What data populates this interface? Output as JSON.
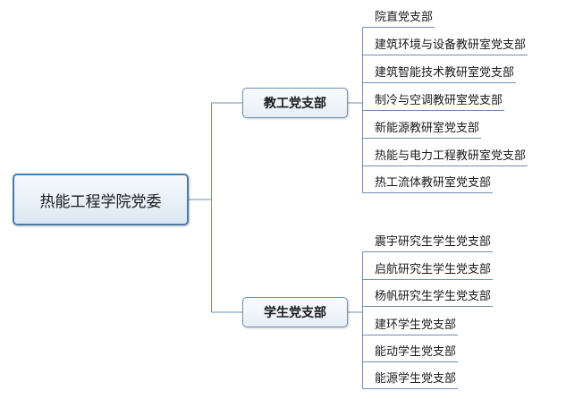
{
  "diagram": {
    "root": "热能工程学院党委",
    "branches": [
      {
        "label": "教工党支部",
        "children": [
          "院直党支部",
          "建筑环境与设备教研室党支部",
          "建筑智能技术教研室党支部",
          "制冷与空调教研室党支部",
          "新能源教研室党支部",
          "热能与电力工程教研室党支部",
          "热工流体教研室党支部"
        ]
      },
      {
        "label": "学生党支部",
        "children": [
          "震宇研究生学生党支部",
          "启航研究生学生党支部",
          "杨帆研究生学生党支部",
          "建环学生党支部",
          "能动学生党支部",
          "能源学生党支部"
        ]
      }
    ],
    "line_color": "#6f8fae"
  }
}
